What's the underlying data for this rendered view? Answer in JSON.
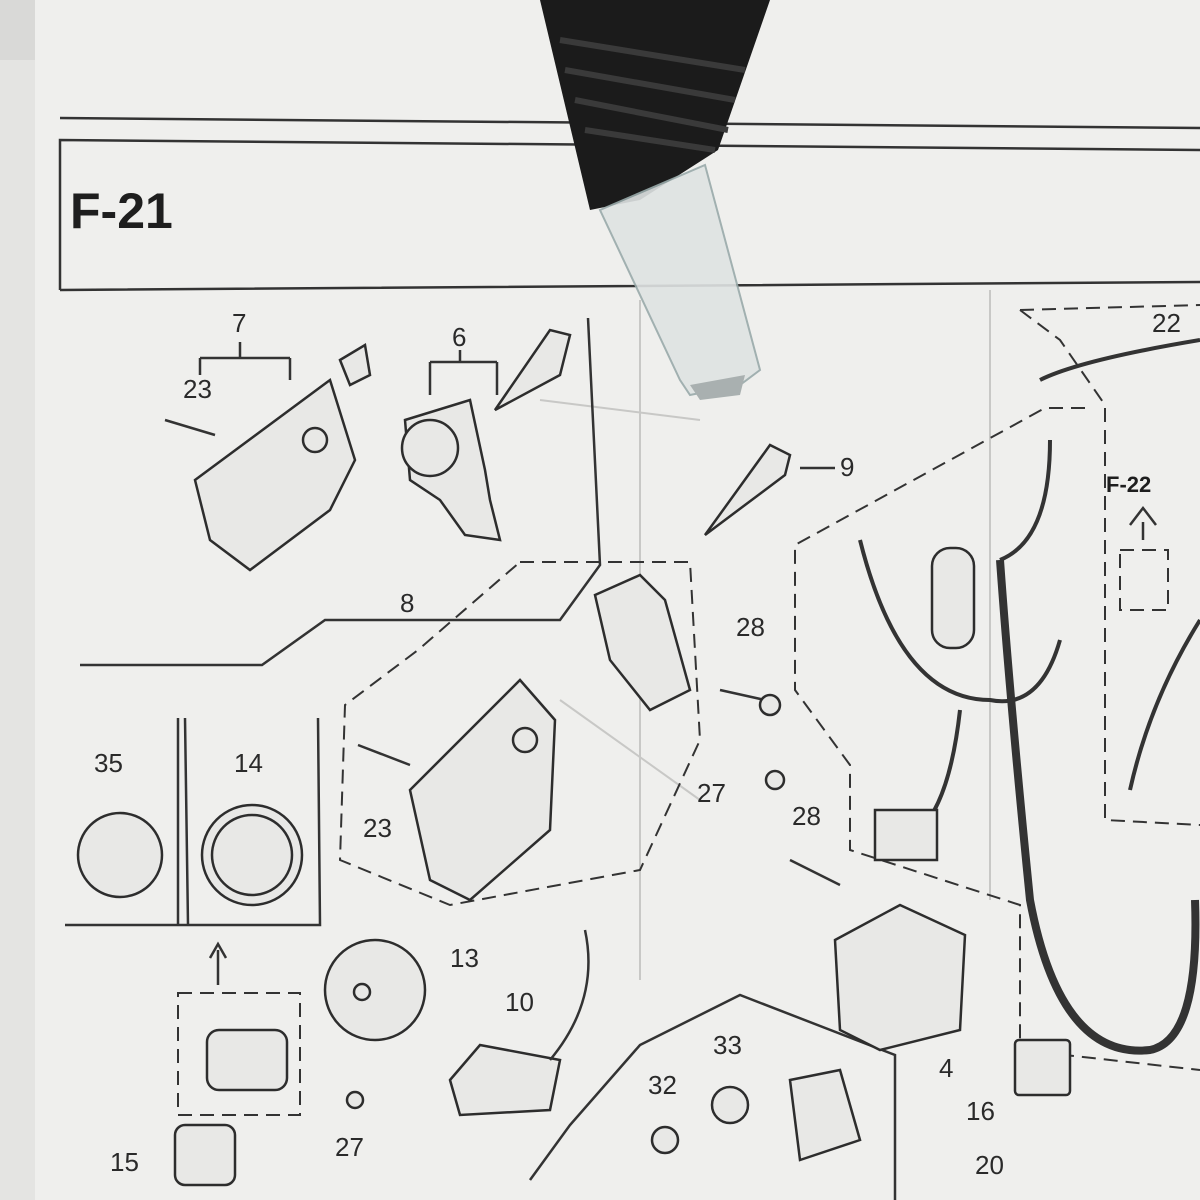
{
  "page": {
    "section_code": "F-21",
    "reference_code": "F-22"
  },
  "callouts": [
    {
      "id": "label-7",
      "text": "7"
    },
    {
      "id": "label-23a",
      "text": "23"
    },
    {
      "id": "label-6",
      "text": "6"
    },
    {
      "id": "label-9",
      "text": "9"
    },
    {
      "id": "label-8",
      "text": "8"
    },
    {
      "id": "label-28a",
      "text": "28"
    },
    {
      "id": "label-35",
      "text": "35"
    },
    {
      "id": "label-14",
      "text": "14"
    },
    {
      "id": "label-23b",
      "text": "23"
    },
    {
      "id": "label-27a",
      "text": "27"
    },
    {
      "id": "label-28b",
      "text": "28"
    },
    {
      "id": "label-13",
      "text": "13"
    },
    {
      "id": "label-10",
      "text": "10"
    },
    {
      "id": "label-33",
      "text": "33"
    },
    {
      "id": "label-32",
      "text": "32"
    },
    {
      "id": "label-4",
      "text": "4"
    },
    {
      "id": "label-16",
      "text": "16"
    },
    {
      "id": "label-27b",
      "text": "27"
    },
    {
      "id": "label-15",
      "text": "15"
    },
    {
      "id": "label-20",
      "text": "20"
    },
    {
      "id": "label-22",
      "text": "22"
    }
  ],
  "colors": {
    "paper": "#efefed",
    "ink": "#2a2a2a",
    "pen_body": "#1b1b1b"
  }
}
